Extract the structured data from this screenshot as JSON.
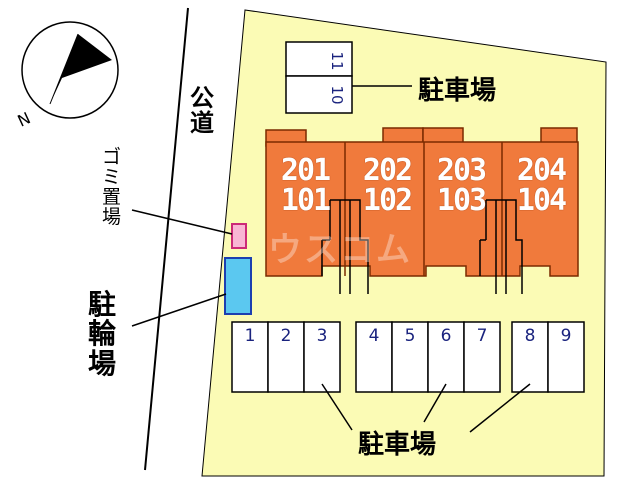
{
  "compass": {
    "north_label": "N"
  },
  "road": {
    "label_chars": [
      "公",
      "道"
    ]
  },
  "garbage": {
    "label_chars": [
      "ゴ",
      "ミ",
      "置",
      "場"
    ]
  },
  "bicycle": {
    "label_chars": [
      "駐",
      "輪",
      "場"
    ]
  },
  "parking_top": {
    "label": "駐車場",
    "slots": [
      "11",
      "10"
    ]
  },
  "parking_bottom": {
    "label": "駐車場",
    "spaces": [
      "1",
      "2",
      "3",
      "4",
      "5",
      "6",
      "7",
      "8",
      "9"
    ]
  },
  "units": [
    {
      "upper": "201",
      "lower": "101"
    },
    {
      "upper": "202",
      "lower": "102"
    },
    {
      "upper": "203",
      "lower": "103"
    },
    {
      "upper": "204",
      "lower": "104"
    }
  ],
  "watermark": "ウスコム",
  "colors": {
    "site": "#fbfbb5",
    "building": "#f07a3c",
    "building_dark": "#c0501e",
    "bike_area": "#5bc8f0",
    "garbage_area": "#f9b6d4",
    "parking_line": "#000000"
  }
}
